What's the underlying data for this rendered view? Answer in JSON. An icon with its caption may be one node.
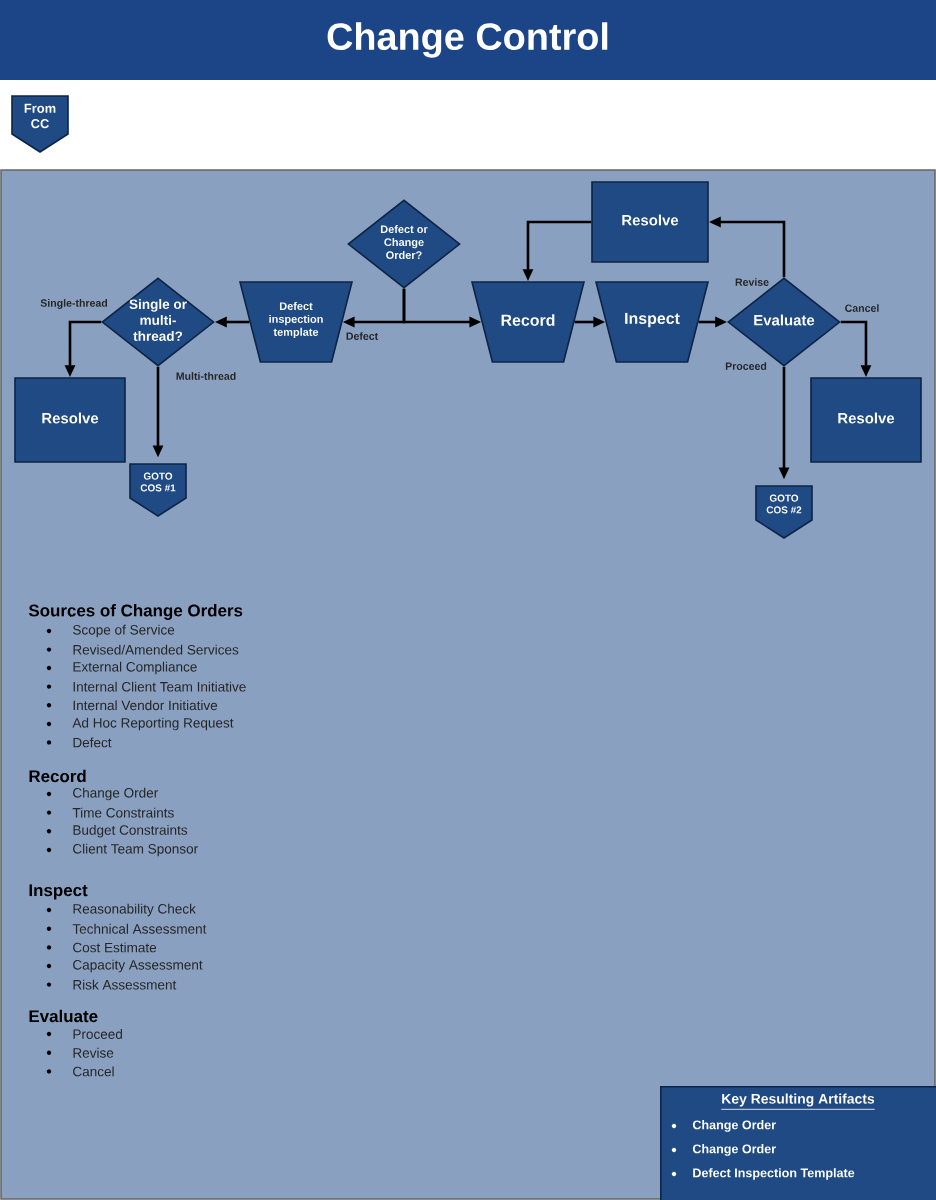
{
  "diagram": {
    "title": "Change Control",
    "nodes": [
      {
        "text": [
          "From CC"
        ]
      },
      {
        "text": [
          "Defect or Change Order?"
        ]
      },
      {
        "text": [
          "Resolve"
        ]
      },
      {
        "text": [
          "Single or multi-thread?"
        ]
      },
      {
        "text": [
          "Defect inspection template"
        ]
      },
      {
        "text": [
          "Record"
        ]
      },
      {
        "text": [
          "Inspect"
        ]
      },
      {
        "text": [
          "Evaluate"
        ]
      },
      {
        "text": [
          "Resolve"
        ]
      },
      {
        "text": [
          "Resolve"
        ]
      },
      {
        "text": [
          "GOTO COS #1"
        ]
      },
      {
        "text": [
          "GOTO COS #2"
        ]
      },
      {
        "text": [
          "Key Resulting Artifacts",
          "Change Order",
          "Change Order",
          "Defect Inspection Template"
        ]
      }
    ],
    "edges": [
      {
        "from": 1,
        "to": 4,
        "arrow": "to",
        "label": "Defect"
      },
      {
        "from": 1,
        "to": 5,
        "arrow": "to"
      },
      {
        "from": 4,
        "to": 3,
        "arrow": "to"
      },
      {
        "from": 3,
        "to": 8,
        "arrow": "to",
        "label": "Single-thread"
      },
      {
        "from": 3,
        "to": 10,
        "arrow": "to",
        "label": "Multi-thread"
      },
      {
        "from": 5,
        "to": 6,
        "arrow": "to"
      },
      {
        "from": 6,
        "to": 7,
        "arrow": "to"
      },
      {
        "from": 7,
        "to": 2,
        "arrow": "to",
        "label": "Revise"
      },
      {
        "from": 2,
        "to": 5,
        "arrow": "to"
      },
      {
        "from": 7,
        "to": 9,
        "arrow": "to",
        "label": "Cancel"
      },
      {
        "from": 7,
        "to": 11,
        "arrow": "to",
        "label": "Proceed"
      }
    ],
    "labels": [
      "Sources of Change Orders",
      "Scope of Service",
      "Revised/Amended Services",
      "External Compliance",
      "Internal Client Team Initiative",
      "Internal Vendor Initiative",
      "Ad Hoc Reporting Request",
      "Defect",
      "Record",
      "Change Order",
      "Time Constraints",
      "Budget Constraints",
      "Client Team Sponsor",
      "Inspect",
      "Reasonability Check",
      "Technical Assessment",
      "Cost Estimate",
      "Capacity Assessment",
      "Risk Assessment",
      "Evaluate",
      "Proceed",
      "Revise",
      "Cancel"
    ]
  }
}
